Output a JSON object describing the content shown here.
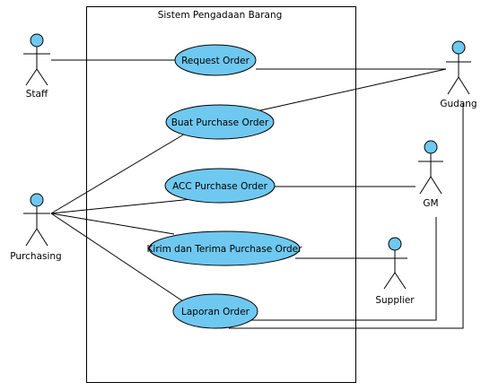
{
  "system": {
    "title": "Sistem Pengadaan Barang"
  },
  "actors": {
    "staff": "Staff",
    "purchasing": "Purchasing",
    "gudang": "Gudang",
    "gm": "GM",
    "supplier": "Supplier"
  },
  "use_cases": {
    "request_order": "Request Order",
    "buat_po": "Buat Purchase Order",
    "acc_po": "ACC Purchase Order",
    "kirim_terima": "Kirim dan Terima Purchase Order",
    "laporan": "Laporan Order"
  },
  "colors": {
    "fill": "#6fc8f0",
    "stroke": "#000000"
  }
}
